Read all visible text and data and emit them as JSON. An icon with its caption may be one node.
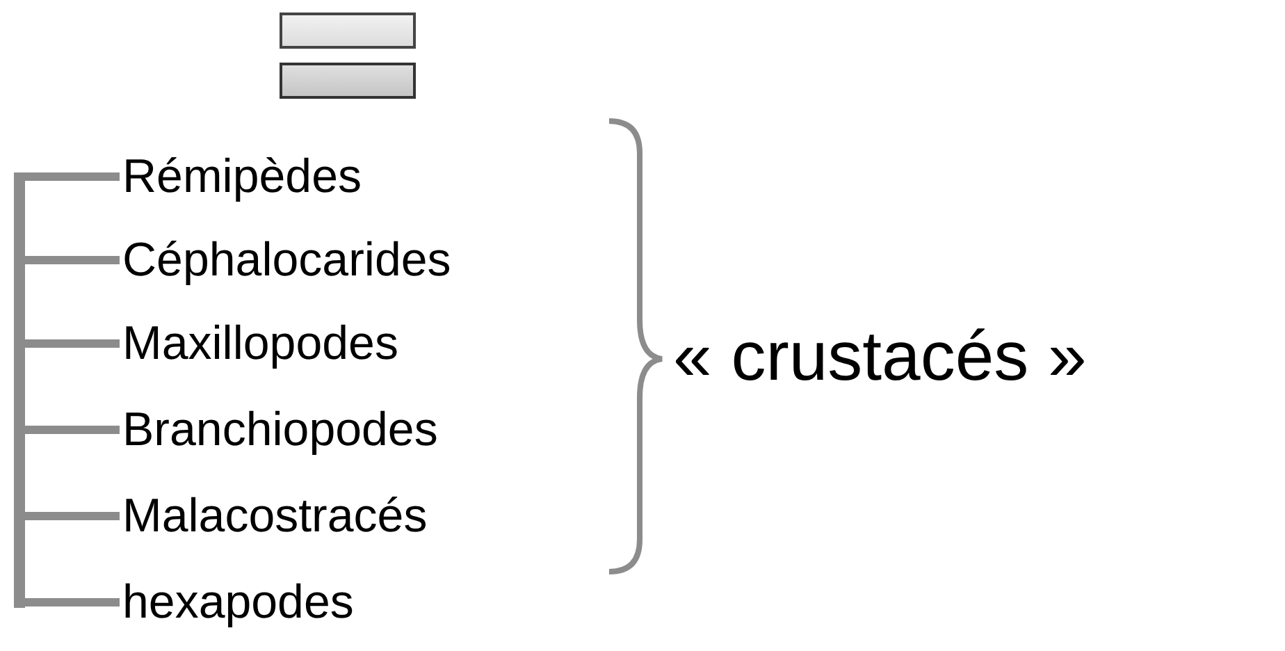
{
  "diagram": {
    "nodes": [
      {
        "text": [],
        "shape": "bar"
      },
      {
        "text": [
          "Rémipèdes"
        ]
      },
      {
        "text": [
          "Céphalocarides"
        ]
      },
      {
        "text": [
          "Maxillopodes"
        ]
      },
      {
        "text": [
          "Branchiopodes"
        ]
      },
      {
        "text": [
          "Malacostracés"
        ]
      },
      {
        "text": [
          "hexapodes"
        ]
      }
    ],
    "edges": [
      {
        "from": 0,
        "to": 1,
        "arrow": "none"
      },
      {
        "from": 0,
        "to": 2,
        "arrow": "none"
      },
      {
        "from": 0,
        "to": 3,
        "arrow": "none"
      },
      {
        "from": 0,
        "to": 4,
        "arrow": "none"
      },
      {
        "from": 0,
        "to": 5,
        "arrow": "none"
      },
      {
        "from": 0,
        "to": 6,
        "arrow": "none"
      }
    ],
    "labels": [
      "« crustacés »"
    ]
  }
}
